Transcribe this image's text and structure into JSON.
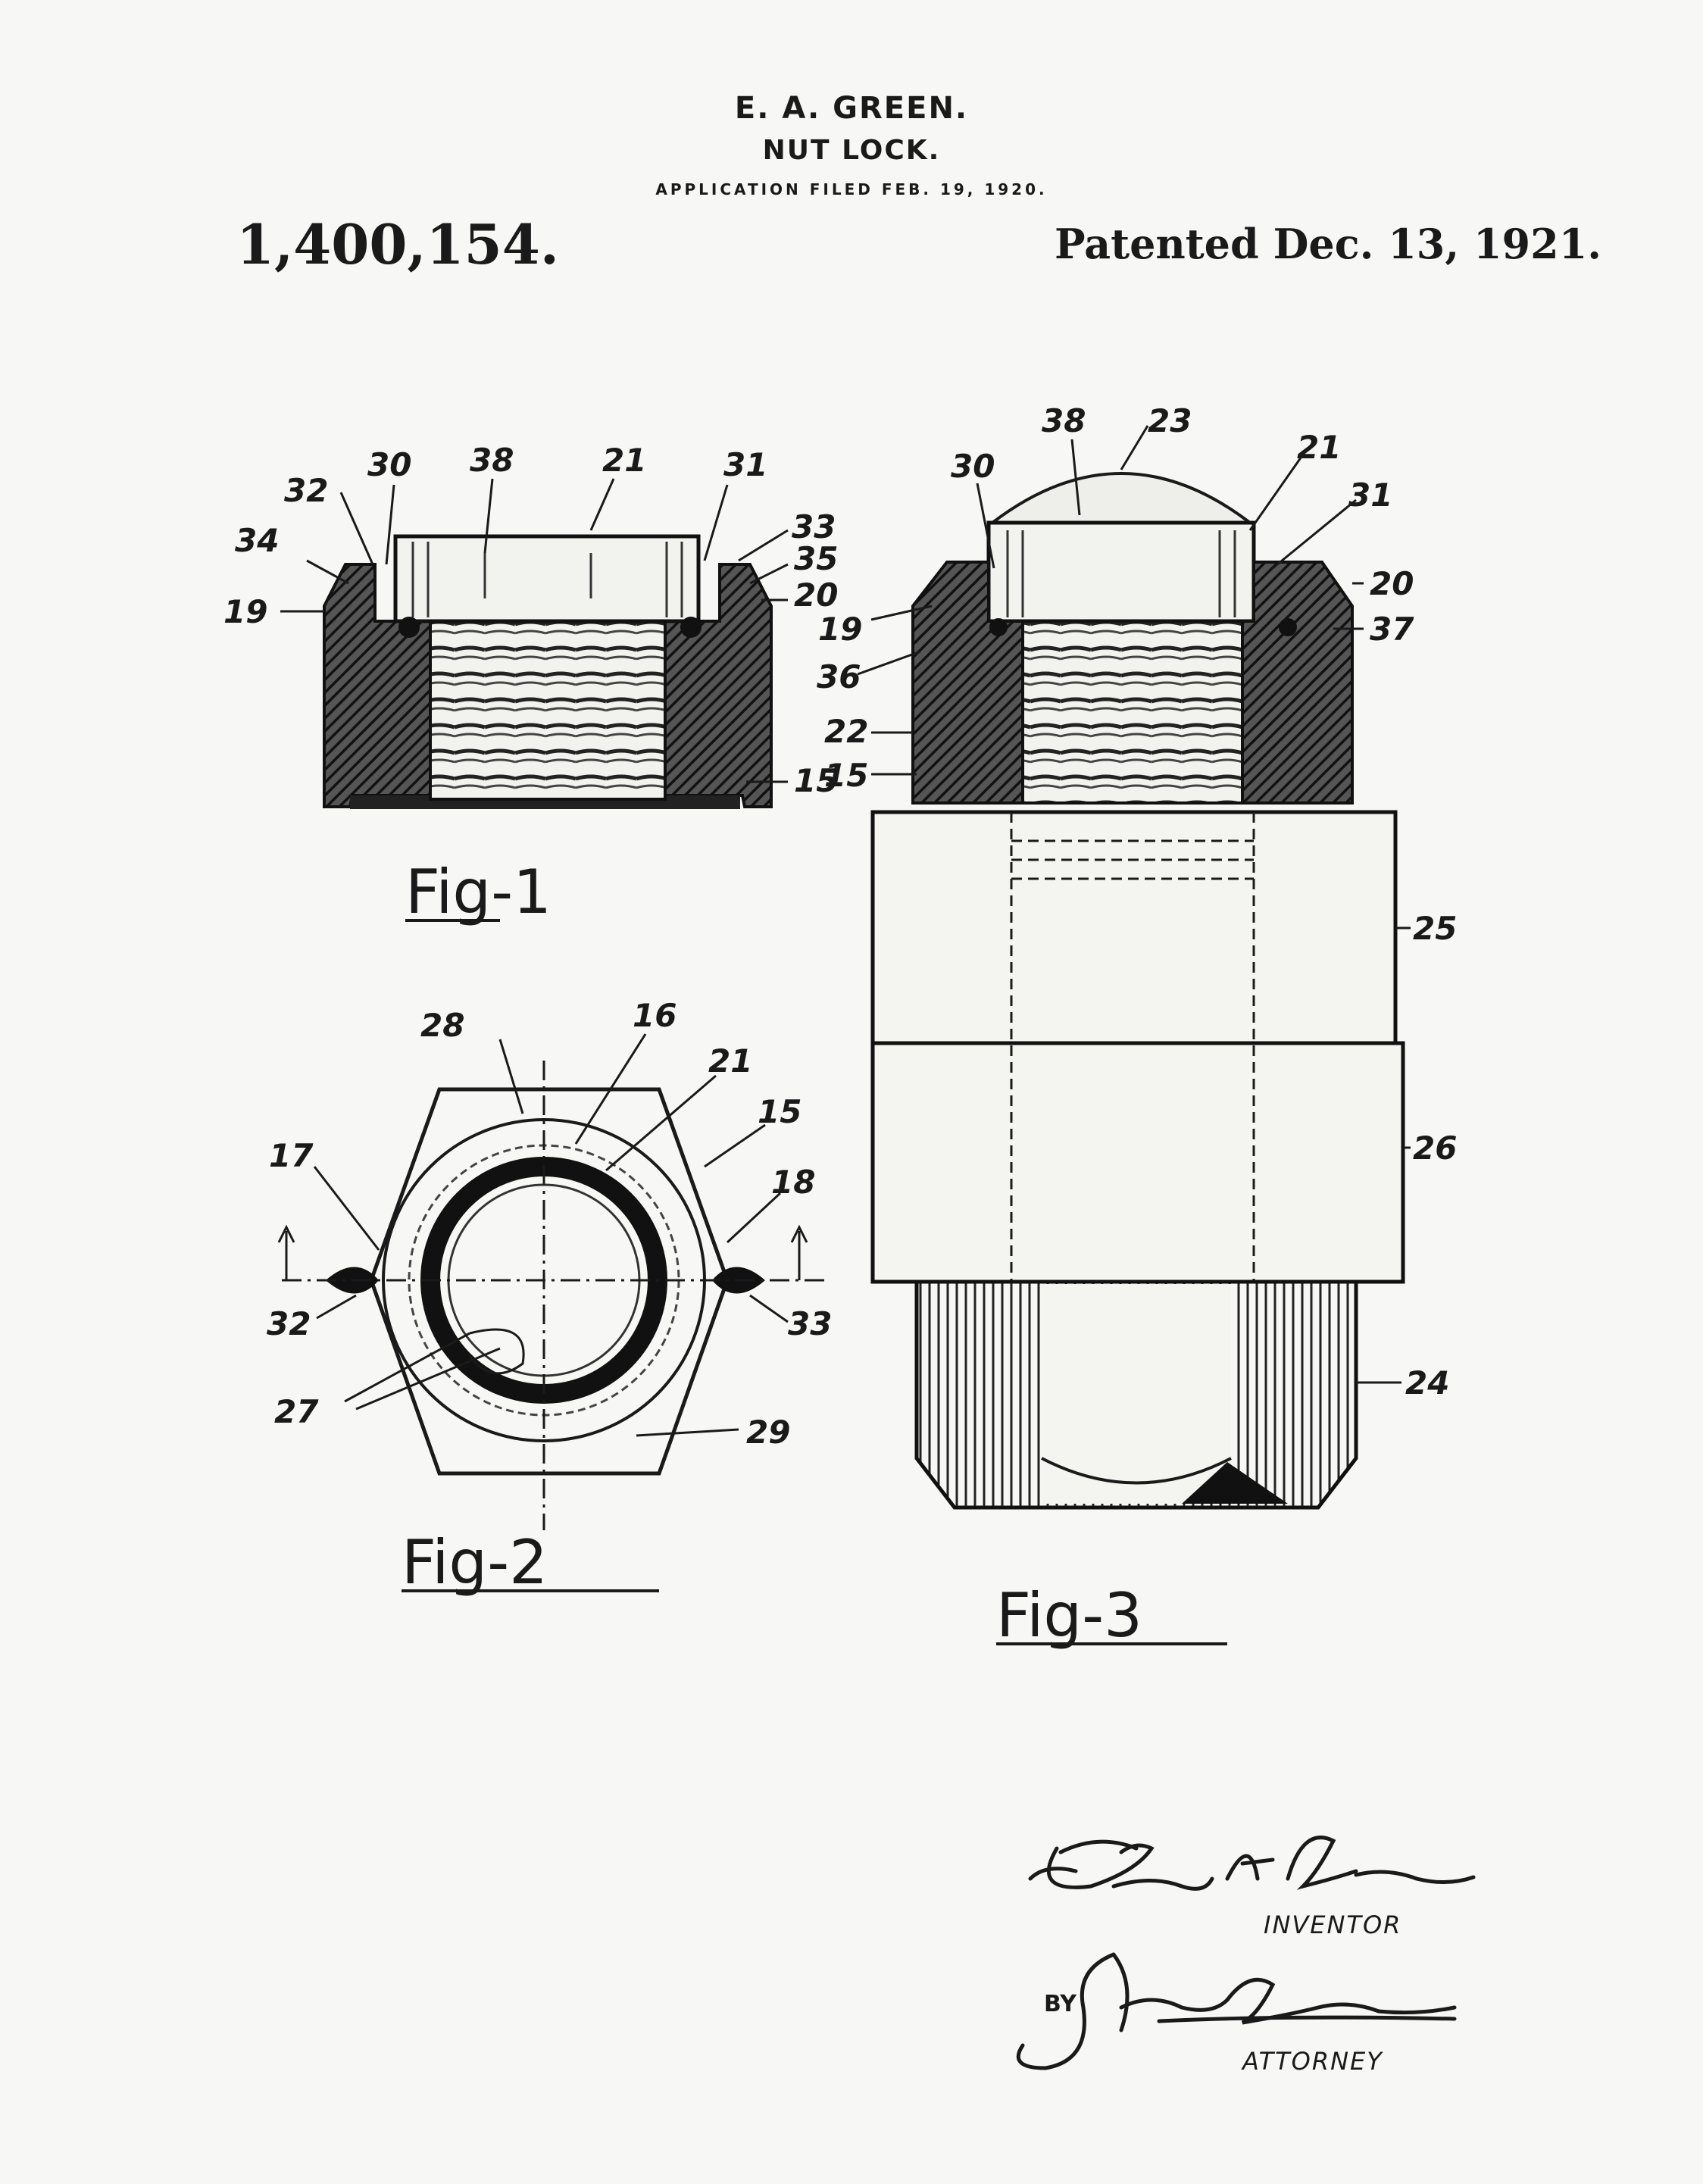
{
  "header": {
    "inventor": "E. A. GREEN.",
    "title": "NUT LOCK.",
    "application": "APPLICATION FILED FEB. 19, 1920.",
    "patent_number": "1,400,154.",
    "patented": "Patented Dec. 13, 1921."
  },
  "figures": {
    "fig1": {
      "caption": "Fig-1",
      "labels": [
        "32",
        "30",
        "38",
        "21",
        "31",
        "33",
        "35",
        "34",
        "19",
        "20",
        "15"
      ]
    },
    "fig2": {
      "caption": "Fig-2",
      "labels": [
        "28",
        "16",
        "21",
        "15",
        "17",
        "18",
        "32",
        "33",
        "27",
        "29"
      ]
    },
    "fig3": {
      "caption": "Fig-3",
      "labels": [
        "38",
        "23",
        "21",
        "30",
        "31",
        "20",
        "19",
        "37",
        "36",
        "22",
        "15",
        "25",
        "26",
        "24"
      ]
    }
  },
  "signatures": {
    "inventor_role": "INVENTOR",
    "by": "BY",
    "attorney_role": "ATTORNEY"
  },
  "colors": {
    "ink": "#1a1a1a",
    "paper": "#f7f7f5"
  }
}
